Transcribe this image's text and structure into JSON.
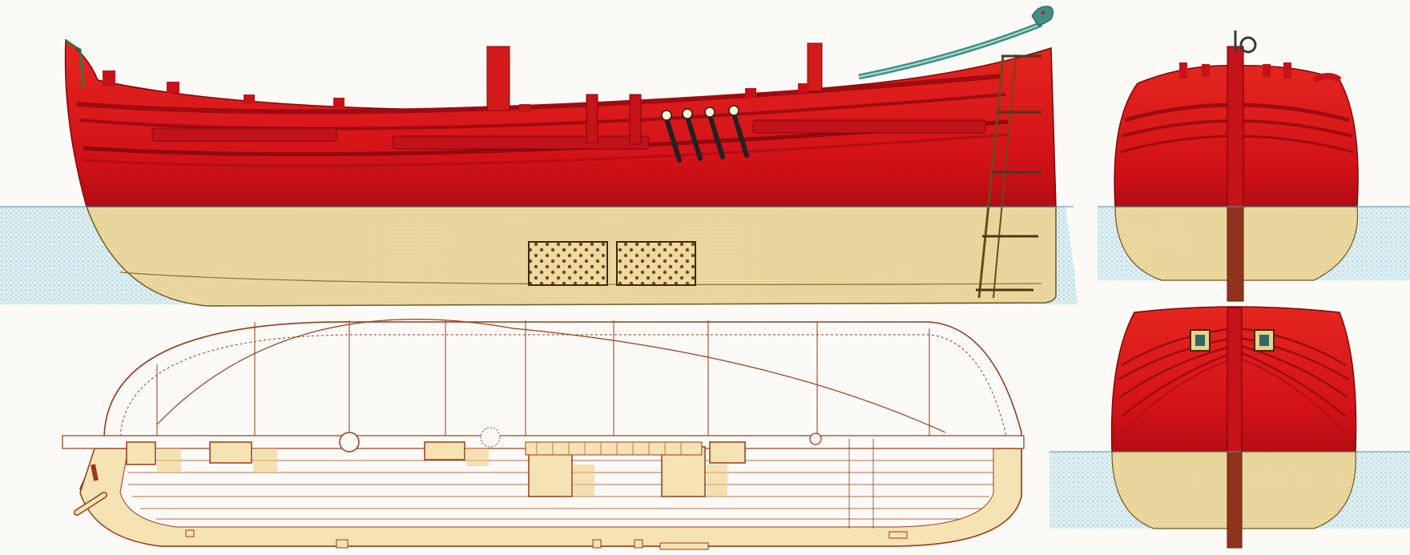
{
  "colors": {
    "background": "#fbfaf6",
    "hull_red": "#d8141a",
    "hull_red_dark": "#9e0c10",
    "hull_red_light": "#e8302a",
    "underwater_tan": "#e9d69a",
    "underwater_tan_dark": "#d6bd74",
    "water": "#bfe0e8",
    "water_dot": "#7fb4c4",
    "plan_line": "#9a3a1a",
    "plan_fill": "#f6e3b4",
    "plan_shadow": "#f0cf85",
    "stempost": "#3f8f86",
    "keel": "#6b4a1e"
  },
  "views": {
    "side_elevation": "side-elevation",
    "deck_plan": "deck-plan",
    "bow_view": "bow-end-view",
    "stern_view": "stern-end-view"
  },
  "icons": {
    "bow_figure": "dragon-head-icon",
    "tiller_ring": "ring-icon"
  }
}
